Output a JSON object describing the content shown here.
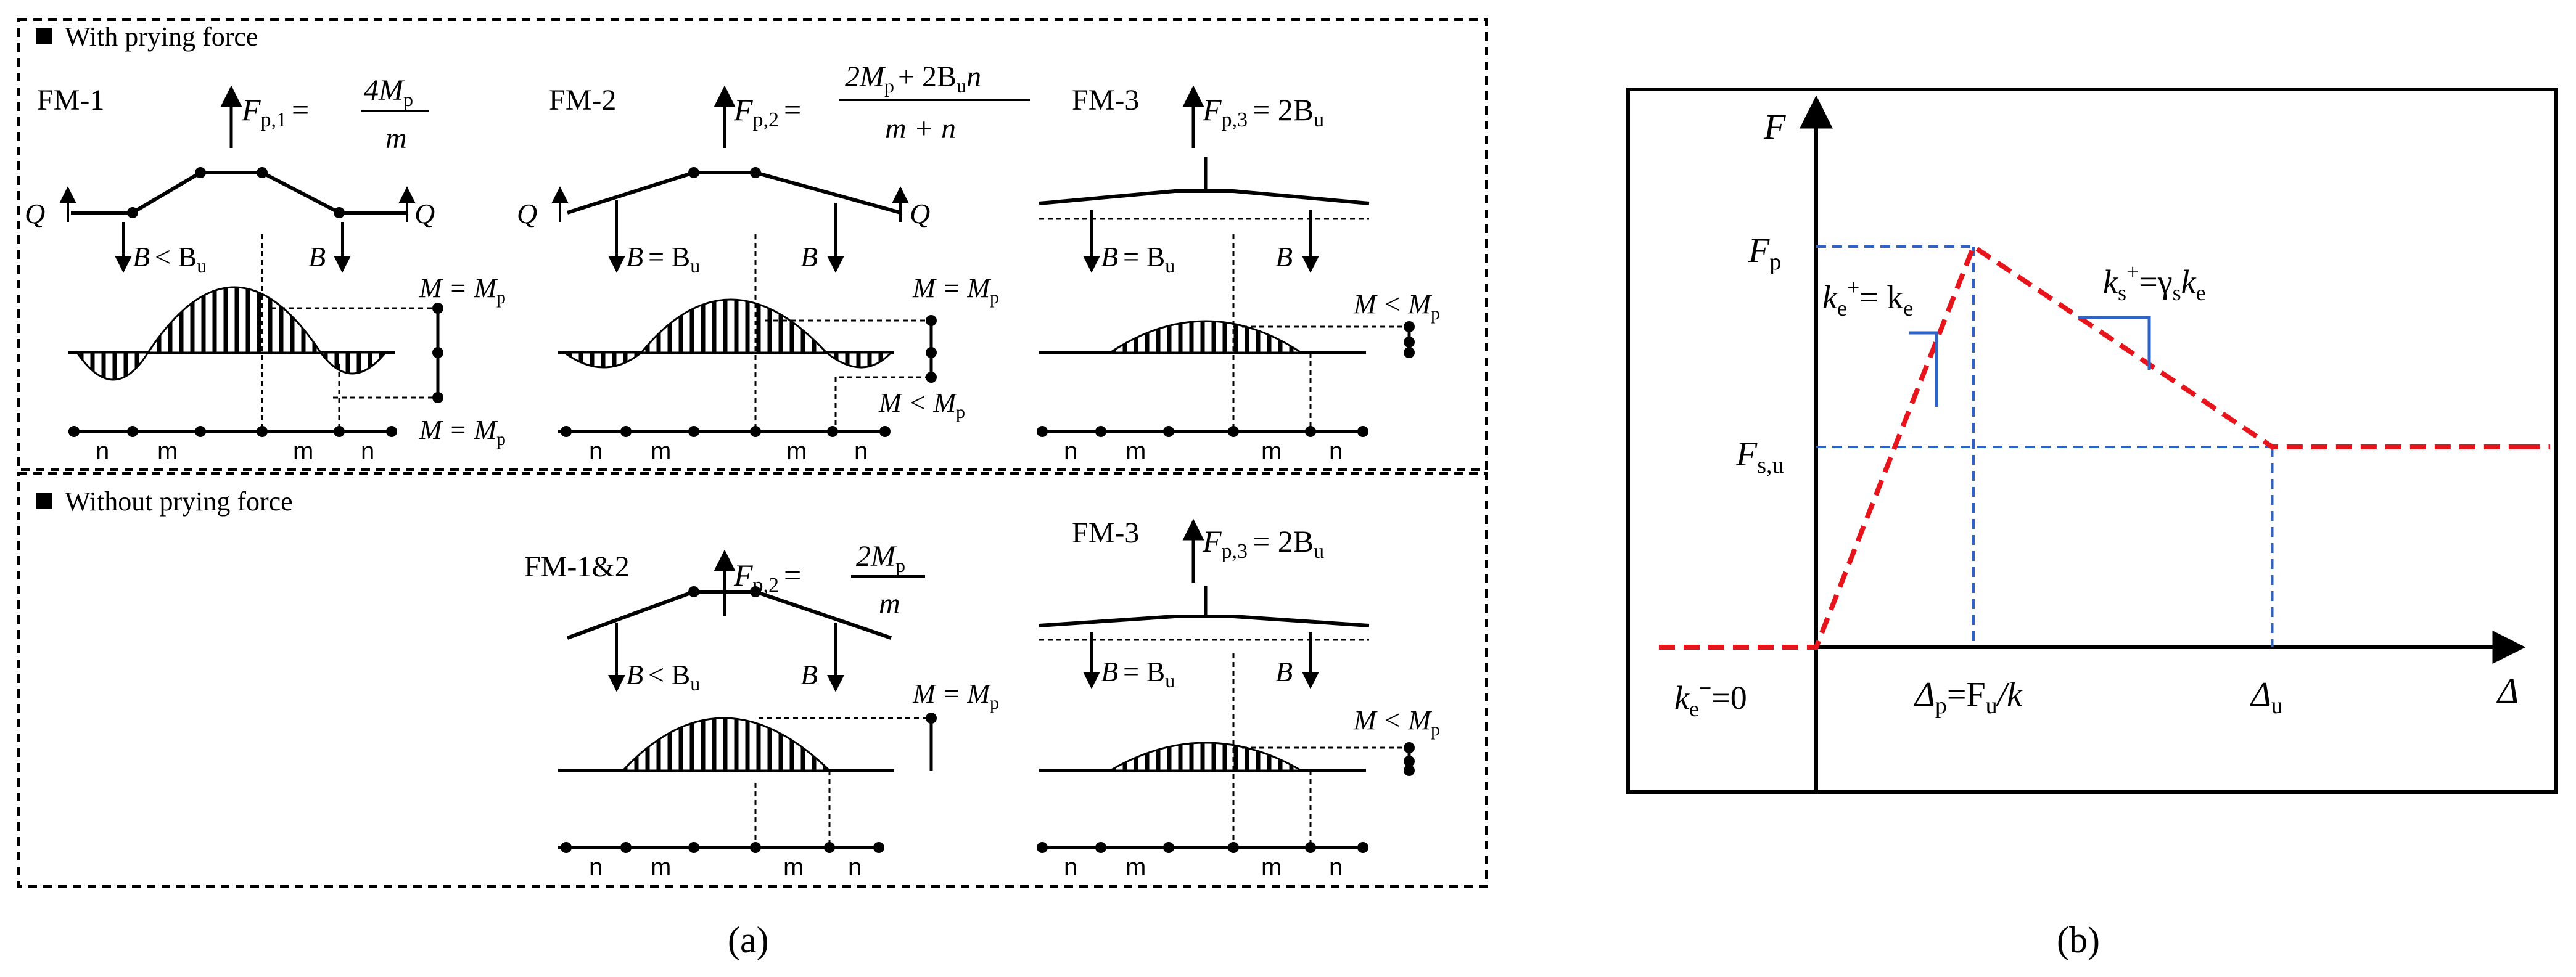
{
  "panel_a": {
    "caption": "(a)",
    "with_prying": {
      "title": "With prying force",
      "fm1": {
        "label": "FM-1",
        "force": "F",
        "sub": "p,1",
        "eq": "=",
        "num": "4M",
        "num_sub": "p",
        "den": "m"
      },
      "fm2": {
        "label": "FM-2",
        "force": "F",
        "sub": "p,2",
        "eq": "=",
        "num_a": "2M",
        "num_a_sub": "p",
        "num_plus": "+ 2B",
        "num_b_sub": "u",
        "num_n": "n",
        "den": "m + n"
      },
      "fm3": {
        "label": "FM-3",
        "force": "F",
        "sub": "p,3",
        "eq": "= 2B",
        "eq_sub": "u"
      },
      "load_q": "Q",
      "bolt_b": "B",
      "lt_bu": "< B",
      "lt_bu_sub": "u",
      "eq_bu": "= B",
      "eq_bu_sub": "u",
      "moment_eq": "M = M",
      "moment_lt": "M < M",
      "moment_sub": "p",
      "dims": [
        "n",
        "m",
        "m",
        "n"
      ]
    },
    "without_prying": {
      "title": "Without prying force",
      "fm12": {
        "label": "FM-1&2",
        "force": "F",
        "sub": "p,2",
        "eq": "=",
        "num": "2M",
        "num_sub": "p",
        "den": "m"
      },
      "fm3": {
        "label": "FM-3",
        "force": "F",
        "sub": "p,3",
        "eq": "= 2B",
        "eq_sub": "u"
      },
      "dims": [
        "n",
        "m",
        "m",
        "n"
      ]
    }
  },
  "panel_b": {
    "caption": "(b)",
    "y_axis": "F",
    "x_axis": "Δ",
    "y_ticks": {
      "fp": "F",
      "fp_sub": "p",
      "fsu": "F",
      "fsu_sub": "s,u"
    },
    "x_ticks": {
      "dp": "Δ",
      "dp_sub": "p",
      "dp_rest": "=F",
      "dp_rest_sub": "u",
      "dp_end": "/k",
      "du": "Δ",
      "du_sub": "u"
    },
    "slope_e_pos": {
      "k": "k",
      "sub": "e",
      "sup": "+",
      "eq": "= k",
      "eq_sub": "e"
    },
    "slope_s_pos": {
      "k": "k",
      "sub": "s",
      "sup": "+",
      "eq": "=γ",
      "eq_sub": "s",
      "end": "k",
      "end_sub": "e"
    },
    "slope_e_neg": {
      "k": "k",
      "sub": "e",
      "sup": "−",
      "eq": "=0"
    },
    "colors": {
      "curve": "#e8141c",
      "guide": "#2e64c8"
    },
    "chart_data": {
      "type": "line",
      "x": [
        -1.0,
        0.0,
        1.0,
        2.9,
        4.5
      ],
      "y": [
        0.0,
        0.0,
        1.0,
        0.5,
        0.5
      ],
      "x_marks": [
        "Δp",
        "Δu"
      ],
      "y_marks": [
        "Fp",
        "Fs,u"
      ]
    }
  }
}
